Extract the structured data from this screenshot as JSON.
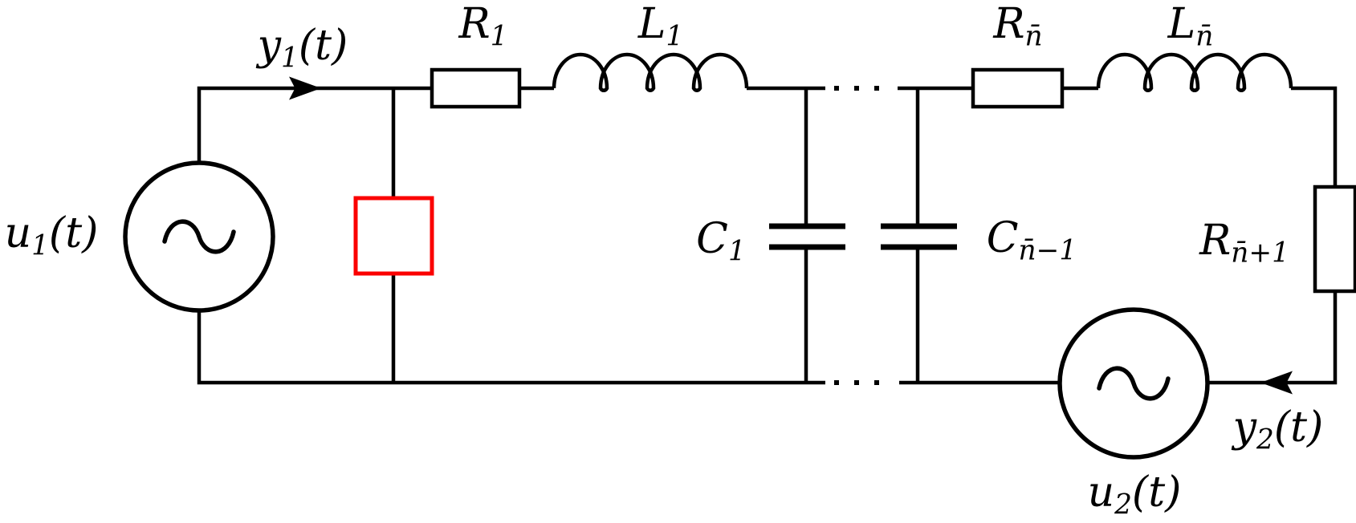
{
  "diagram": {
    "type": "circuit-schematic",
    "background_color": "#ffffff",
    "line_color": "#000000",
    "highlight_color": "#fb0000"
  },
  "labels": {
    "u1": {
      "base": "u",
      "sub": "1",
      "suffix": "(t)"
    },
    "y1": {
      "base": "y",
      "sub": "1",
      "suffix": "(t)"
    },
    "r1": {
      "base": "R",
      "sub": "1"
    },
    "l1": {
      "base": "L",
      "sub": "1"
    },
    "c1": {
      "base": "C",
      "sub": "1"
    },
    "rn": {
      "base": "R",
      "sub": "n̄"
    },
    "ln": {
      "base": "L",
      "sub": "n̄"
    },
    "cn_minus_1": {
      "base": "C",
      "sub": "n̄−1"
    },
    "rn_plus_1": {
      "base": "R",
      "sub": "n̄+1"
    },
    "u2": {
      "base": "u",
      "sub": "2",
      "suffix": "(t)"
    },
    "y2": {
      "base": "y",
      "sub": "2",
      "suffix": "(t)"
    }
  },
  "components": [
    {
      "id": "source-u1",
      "type": "ac-voltage-source",
      "label": "u1(t)"
    },
    {
      "id": "current-arrow-y1",
      "type": "current-arrow",
      "direction": "right",
      "label": "y1(t)"
    },
    {
      "id": "unknown-shunt-box",
      "type": "highlighted-box",
      "color": "#fb0000"
    },
    {
      "id": "resistor-r1",
      "type": "resistor",
      "label": "R1"
    },
    {
      "id": "inductor-l1",
      "type": "inductor",
      "label": "L1"
    },
    {
      "id": "capacitor-c1",
      "type": "capacitor",
      "label": "C1"
    },
    {
      "id": "ladder-continuation-top",
      "type": "ellipsis-dots",
      "count": 3
    },
    {
      "id": "ladder-continuation-bottom",
      "type": "ellipsis-dots",
      "count": 3
    },
    {
      "id": "capacitor-cn-1",
      "type": "capacitor",
      "label": "Cn̄−1"
    },
    {
      "id": "resistor-rn",
      "type": "resistor",
      "label": "Rn̄"
    },
    {
      "id": "inductor-ln",
      "type": "inductor",
      "label": "Ln̄"
    },
    {
      "id": "resistor-rn-plus-1",
      "type": "resistor",
      "label": "Rn̄+1"
    },
    {
      "id": "source-u2",
      "type": "ac-voltage-source",
      "label": "u2(t)"
    },
    {
      "id": "current-arrow-y2",
      "type": "current-arrow",
      "direction": "left",
      "label": "y2(t)"
    }
  ]
}
